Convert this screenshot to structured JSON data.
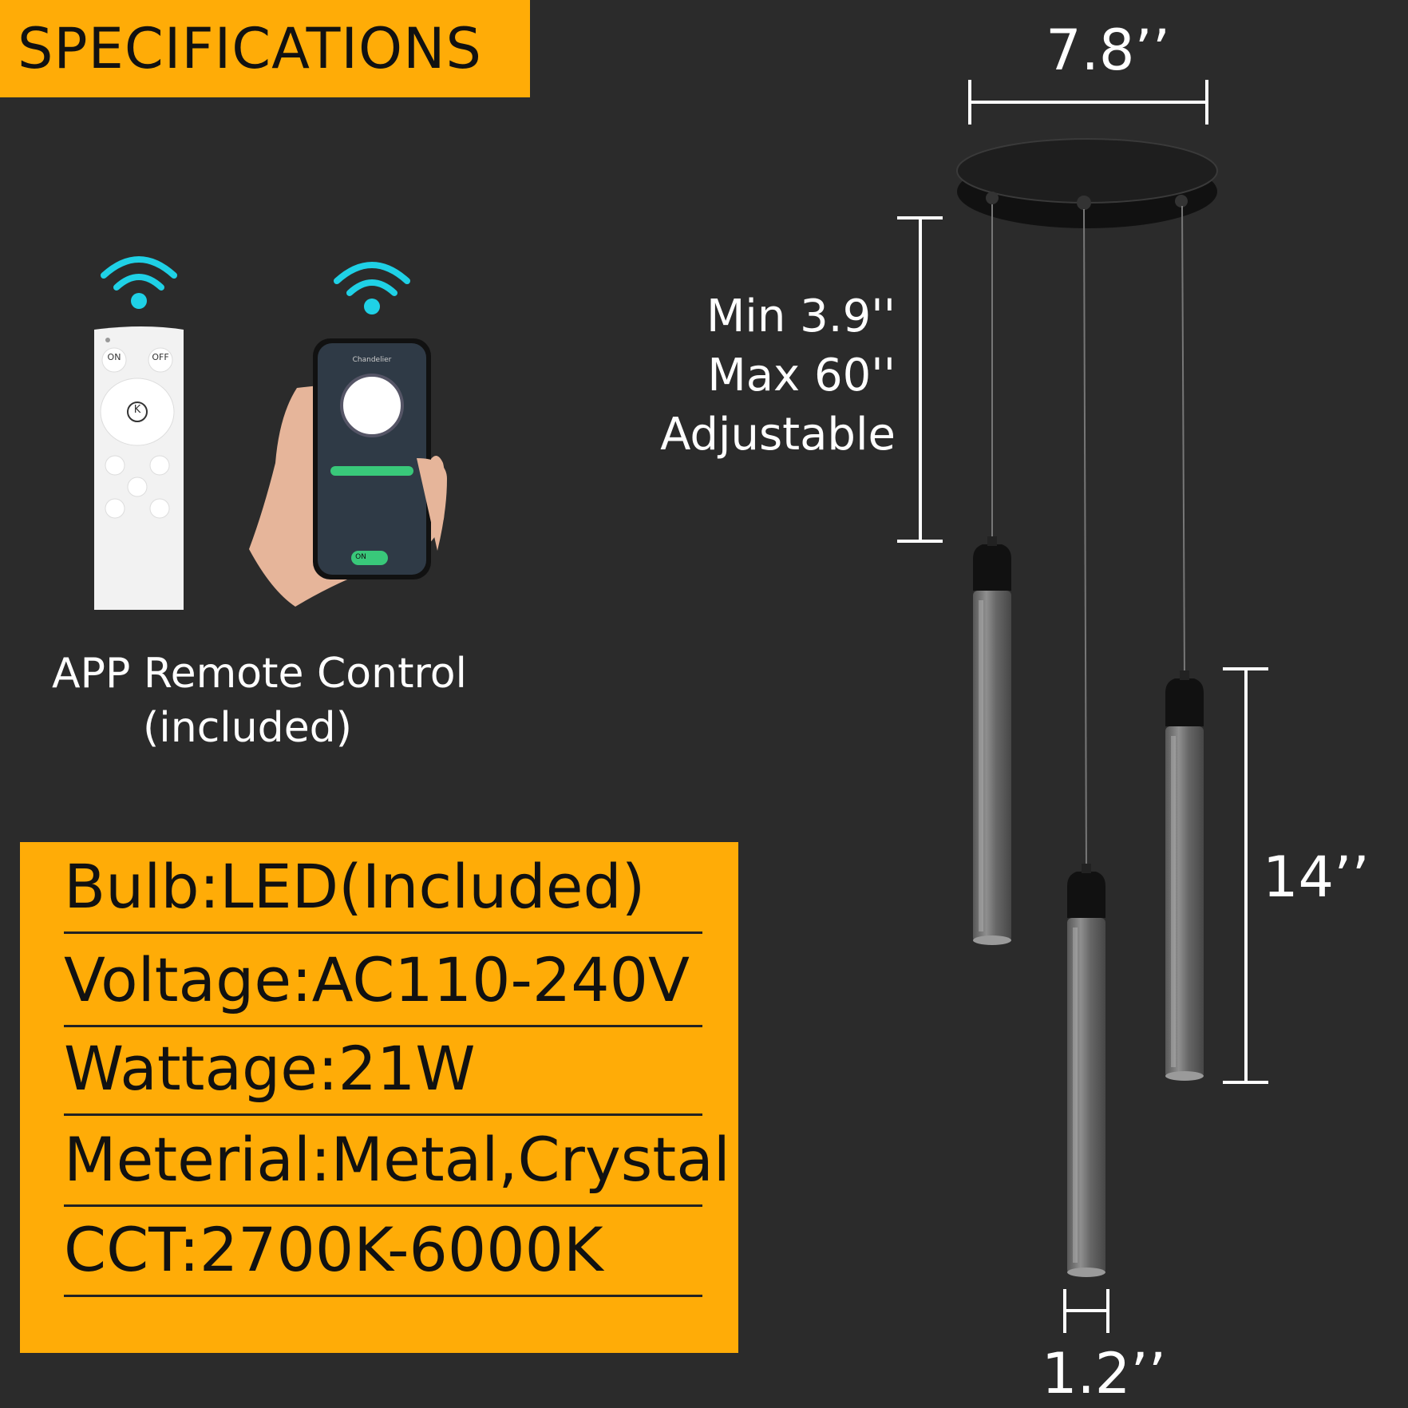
{
  "header": {
    "title": "SPECIFICATIONS"
  },
  "dimensions": {
    "canopy_width": "7.8’’",
    "cable_min": "Min 3.9''",
    "cable_max": "Max 60''",
    "cable_note": "Adjustable",
    "tube_length": "14’’",
    "tube_diameter": "1.2’’"
  },
  "control": {
    "caption_line1": "APP Remote Control",
    "caption_line2": "(included)",
    "remote_on": "ON",
    "remote_off": "OFF",
    "remote_center": "K",
    "phone_title": "Chandelier",
    "phone_toggle": "ON"
  },
  "specs": [
    {
      "label": "Bulb:LED(Included)"
    },
    {
      "label": "Voltage:AC110-240V"
    },
    {
      "label": "Wattage:21W"
    },
    {
      "label": "Meterial:Metal,Crystal"
    },
    {
      "label": "CCT:2700K-6000K"
    }
  ],
  "colors": {
    "accent": "#ffac07",
    "background": "#2b2b2b",
    "wifi": "#1fd1e6"
  }
}
